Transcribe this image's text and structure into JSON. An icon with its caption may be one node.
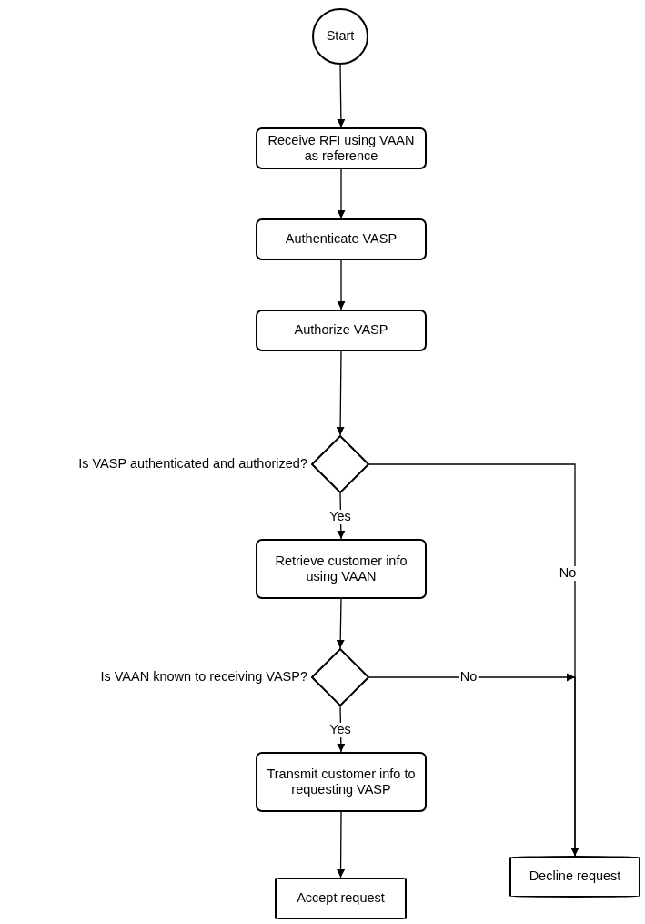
{
  "diagram": {
    "nodes": [
      {
        "text": [
          "Start"
        ]
      },
      {
        "text": [
          "Receive RFI using VAAN as reference"
        ]
      },
      {
        "text": [
          "Authenticate VASP"
        ]
      },
      {
        "text": [
          "Authorize VASP"
        ]
      },
      {
        "text": [],
        "shape": "diamond",
        "beside": [
          "Is VASP authenticated and authorized?"
        ]
      },
      {
        "text": [
          "Retrieve customer info using VAAN"
        ]
      },
      {
        "text": [],
        "shape": "diamond",
        "beside": [
          "Is VAAN known to receiving VASP?"
        ]
      },
      {
        "text": [
          "Transmit customer info to requesting VASP"
        ]
      },
      {
        "text": [
          "Accept request"
        ]
      },
      {
        "text": [
          "Decline request"
        ]
      }
    ],
    "edges": [
      {
        "from": 0,
        "to": 1,
        "arrow": "to"
      },
      {
        "from": 1,
        "to": 2,
        "arrow": "to"
      },
      {
        "from": 2,
        "to": 3,
        "arrow": "to"
      },
      {
        "from": 3,
        "to": 4,
        "arrow": "to"
      },
      {
        "from": 4,
        "to": 5,
        "arrow": "to",
        "label": "Yes"
      },
      {
        "from": 5,
        "to": 6,
        "arrow": "to"
      },
      {
        "from": 6,
        "to": 7,
        "arrow": "to",
        "label": "Yes"
      },
      {
        "from": 7,
        "to": 8,
        "arrow": "to"
      },
      {
        "from": 4,
        "to": 9,
        "arrow": "to",
        "label": "No"
      },
      {
        "from": 6,
        "to": 9,
        "arrow": "to",
        "label": "No"
      }
    ]
  }
}
